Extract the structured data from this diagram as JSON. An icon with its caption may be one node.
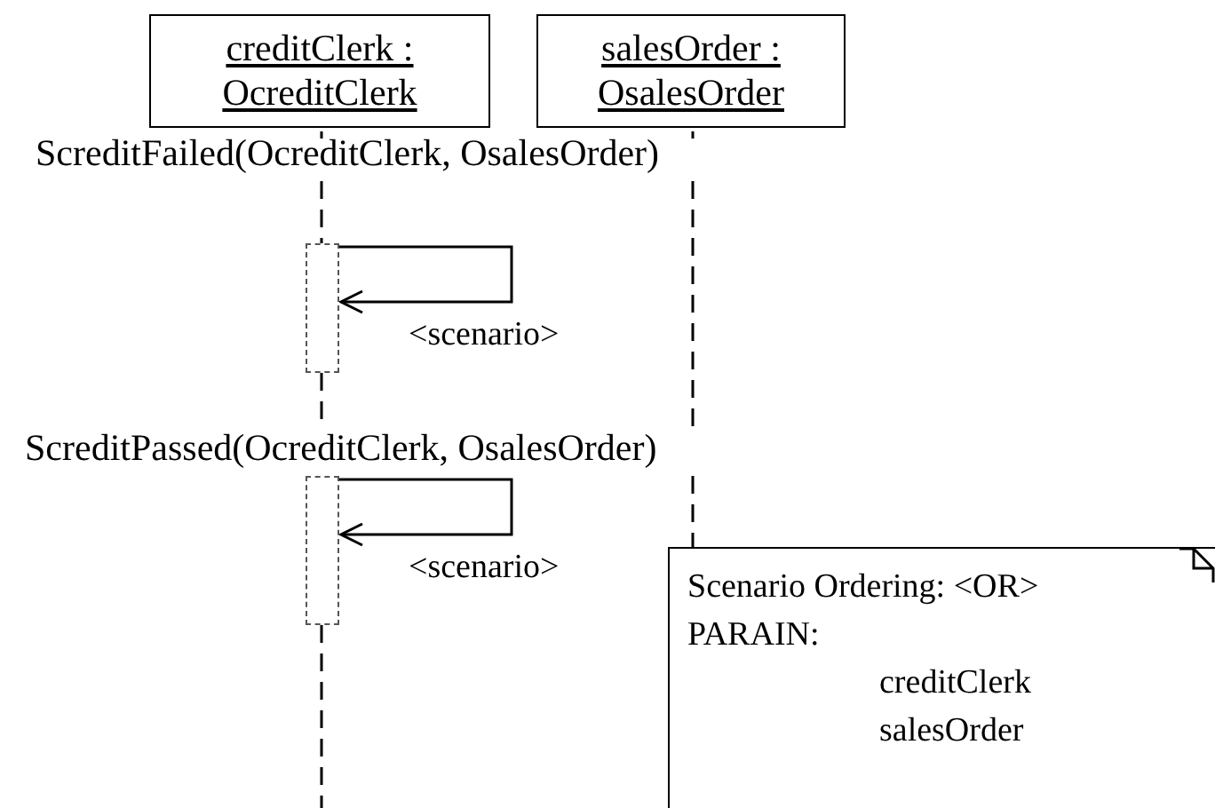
{
  "diagram": {
    "nodes": [
      {
        "text": [
          "creditClerk :",
          "OcreditClerk"
        ]
      },
      {
        "text": [
          "salesOrder :",
          "OsalesOrder"
        ]
      },
      {
        "text": [],
        "shape": "bar"
      },
      {
        "text": [],
        "shape": "bar"
      },
      {
        "text": [
          "Scenario Ordering: <OR>",
          "PARAIN:",
          "creditClerk",
          "salesOrder"
        ]
      }
    ],
    "edges": [
      {
        "from": 2,
        "to": 2,
        "arrow": "to",
        "label": "<scenario>"
      },
      {
        "from": 3,
        "to": 3,
        "arrow": "to",
        "label": "<scenario>"
      }
    ],
    "labels": [
      "ScreditFailed(OcreditClerk, OsalesOrder)",
      "ScreditPassed(OcreditClerk, OsalesOrder)"
    ]
  }
}
